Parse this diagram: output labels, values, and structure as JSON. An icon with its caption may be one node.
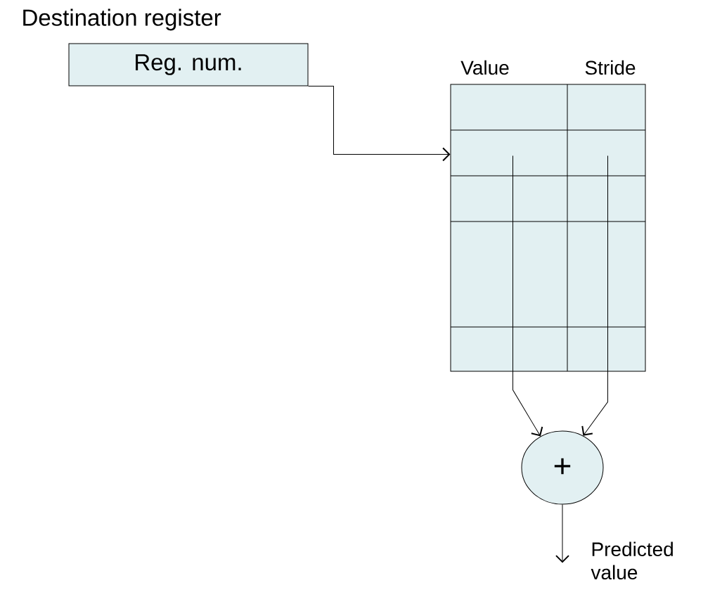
{
  "diagram": {
    "nodes": [
      {
        "text": [
          "Destination register",
          "Reg. num."
        ]
      },
      {
        "text": [
          "Value",
          "Stride"
        ]
      },
      {
        "text": [
          "+"
        ]
      }
    ],
    "edges": [
      {
        "from": 0,
        "to": 1,
        "arrow": "to"
      },
      {
        "from": 1,
        "to": 2,
        "arrow": "to"
      },
      {
        "from": 1,
        "to": 2,
        "arrow": "to"
      },
      {
        "from": 2,
        "to": null,
        "arrow": "to"
      }
    ],
    "labels": [
      "Predicted value"
    ]
  }
}
